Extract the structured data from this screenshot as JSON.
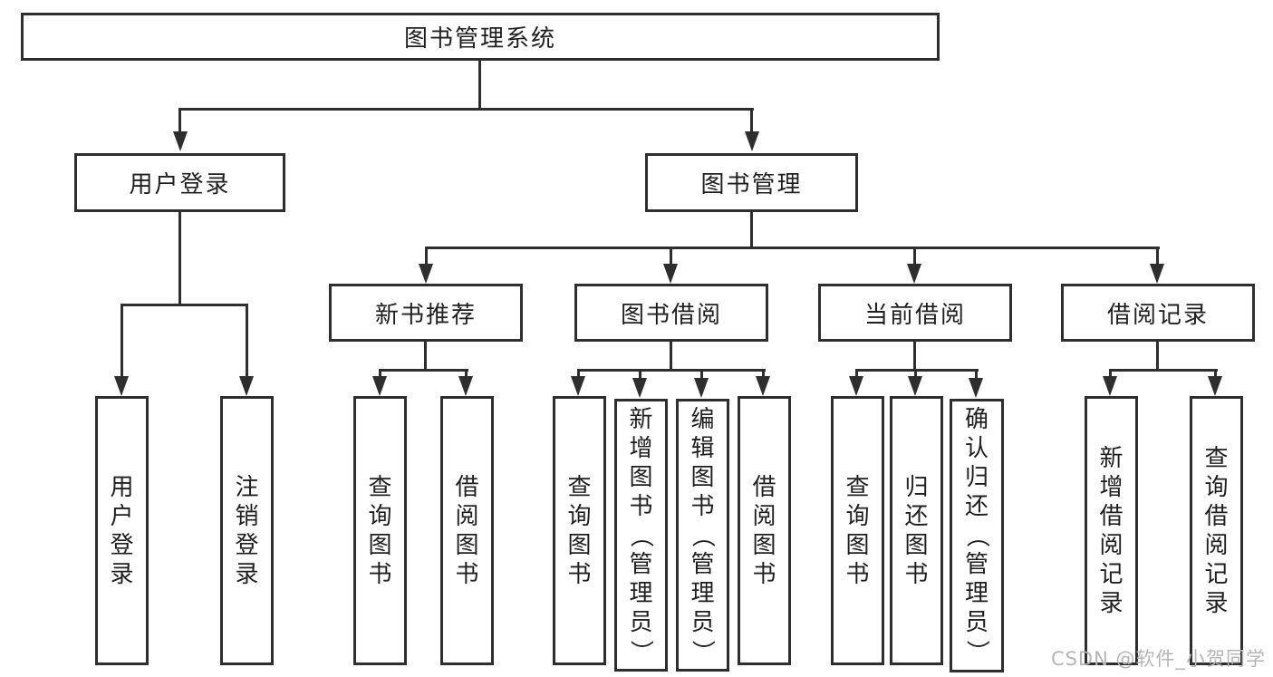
{
  "diagram": {
    "type": "hierarchy-diagram",
    "root": {
      "label": "图书管理系统"
    },
    "level2": [
      {
        "label": "用户登录",
        "parent": "图书管理系统"
      },
      {
        "label": "图书管理",
        "parent": "图书管理系统"
      }
    ],
    "level3": [
      {
        "label": "新书推荐",
        "parent": "图书管理"
      },
      {
        "label": "图书借阅",
        "parent": "图书管理"
      },
      {
        "label": "当前借阅",
        "parent": "图书管理"
      },
      {
        "label": "借阅记录",
        "parent": "图书管理"
      }
    ],
    "leaves": [
      {
        "label": "用户登录",
        "parent": "用户登录"
      },
      {
        "label": "注销登录",
        "parent": "用户登录"
      },
      {
        "label": "查询图书",
        "parent": "新书推荐"
      },
      {
        "label": "借阅图书",
        "parent": "新书推荐"
      },
      {
        "label": "查询图书",
        "parent": "图书借阅"
      },
      {
        "label": "新增图书（管理员）",
        "parent": "图书借阅"
      },
      {
        "label": "编辑图书（管理员）",
        "parent": "图书借阅"
      },
      {
        "label": "借阅图书",
        "parent": "图书借阅"
      },
      {
        "label": "查询图书",
        "parent": "当前借阅"
      },
      {
        "label": "归还图书",
        "parent": "当前借阅"
      },
      {
        "label": "确认归还（管理员）",
        "parent": "当前借阅"
      },
      {
        "label": "新增借阅记录",
        "parent": "借阅记录"
      },
      {
        "label": "查询借阅记录",
        "parent": "借阅记录"
      }
    ],
    "watermark": {
      "text": "CSDN @软件_小贺同学"
    },
    "colors": {
      "line": "#2e2e2e",
      "text": "#1f1f1f",
      "background": "#ffffff",
      "watermark": "#b5b5b5"
    }
  }
}
